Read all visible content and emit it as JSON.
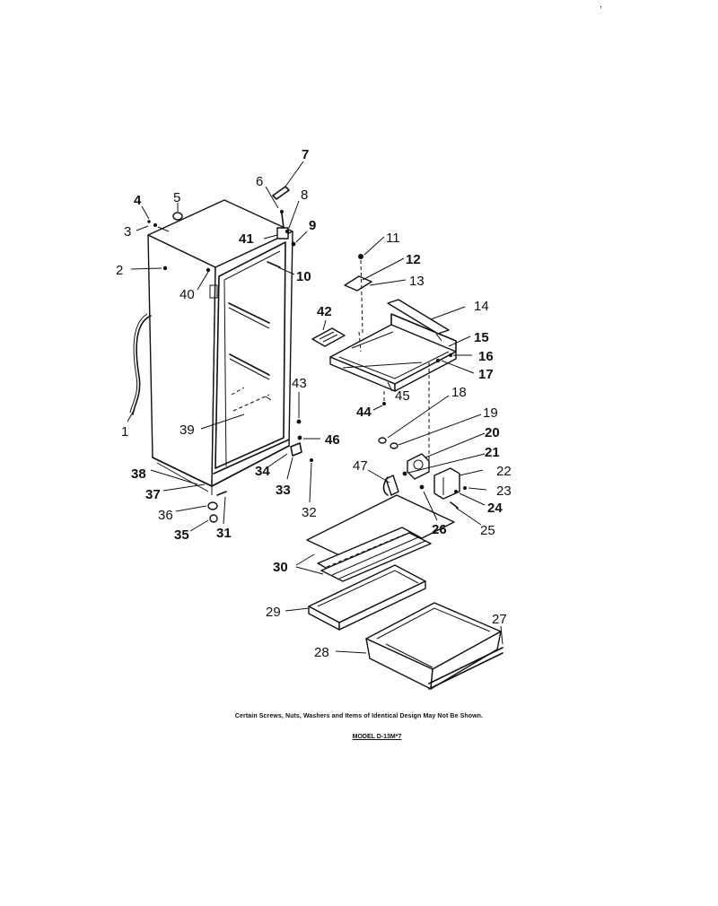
{
  "diagram": {
    "note": "Certain Screws, Nuts, Washers and Items of Identical Design May Not Be Shown.",
    "model": "MODEL D-13M*7",
    "corner_mark": ",",
    "callouts": [
      {
        "id": "c1",
        "text": "1"
      },
      {
        "id": "c2",
        "text": "2"
      },
      {
        "id": "c3",
        "text": "3"
      },
      {
        "id": "c4",
        "text": "4"
      },
      {
        "id": "c5",
        "text": "5"
      },
      {
        "id": "c6",
        "text": "6"
      },
      {
        "id": "c7",
        "text": "7"
      },
      {
        "id": "c8",
        "text": "8"
      },
      {
        "id": "c9",
        "text": "9"
      },
      {
        "id": "c10",
        "text": "10"
      },
      {
        "id": "c11",
        "text": "11"
      },
      {
        "id": "c12",
        "text": "12"
      },
      {
        "id": "c13",
        "text": "13"
      },
      {
        "id": "c14",
        "text": "14"
      },
      {
        "id": "c15",
        "text": "15"
      },
      {
        "id": "c16",
        "text": "16"
      },
      {
        "id": "c17",
        "text": "17"
      },
      {
        "id": "c18",
        "text": "18"
      },
      {
        "id": "c19",
        "text": "19"
      },
      {
        "id": "c20",
        "text": "20"
      },
      {
        "id": "c21",
        "text": "21"
      },
      {
        "id": "c22",
        "text": "22"
      },
      {
        "id": "c23",
        "text": "23"
      },
      {
        "id": "c24",
        "text": "24"
      },
      {
        "id": "c25",
        "text": "25"
      },
      {
        "id": "c26",
        "text": "26"
      },
      {
        "id": "c27",
        "text": "27"
      },
      {
        "id": "c28",
        "text": "28"
      },
      {
        "id": "c29",
        "text": "29"
      },
      {
        "id": "c30",
        "text": "30"
      },
      {
        "id": "c31",
        "text": "31"
      },
      {
        "id": "c32",
        "text": "32"
      },
      {
        "id": "c33",
        "text": "33"
      },
      {
        "id": "c34",
        "text": "34"
      },
      {
        "id": "c35",
        "text": "35"
      },
      {
        "id": "c36",
        "text": "36"
      },
      {
        "id": "c37",
        "text": "37"
      },
      {
        "id": "c38",
        "text": "38"
      },
      {
        "id": "c39",
        "text": "39"
      },
      {
        "id": "c40",
        "text": "40"
      },
      {
        "id": "c41",
        "text": "41"
      },
      {
        "id": "c42",
        "text": "42"
      },
      {
        "id": "c43",
        "text": "43"
      },
      {
        "id": "c44",
        "text": "44"
      },
      {
        "id": "c45",
        "text": "45"
      },
      {
        "id": "c46",
        "text": "46"
      },
      {
        "id": "c47",
        "text": "47"
      }
    ]
  }
}
